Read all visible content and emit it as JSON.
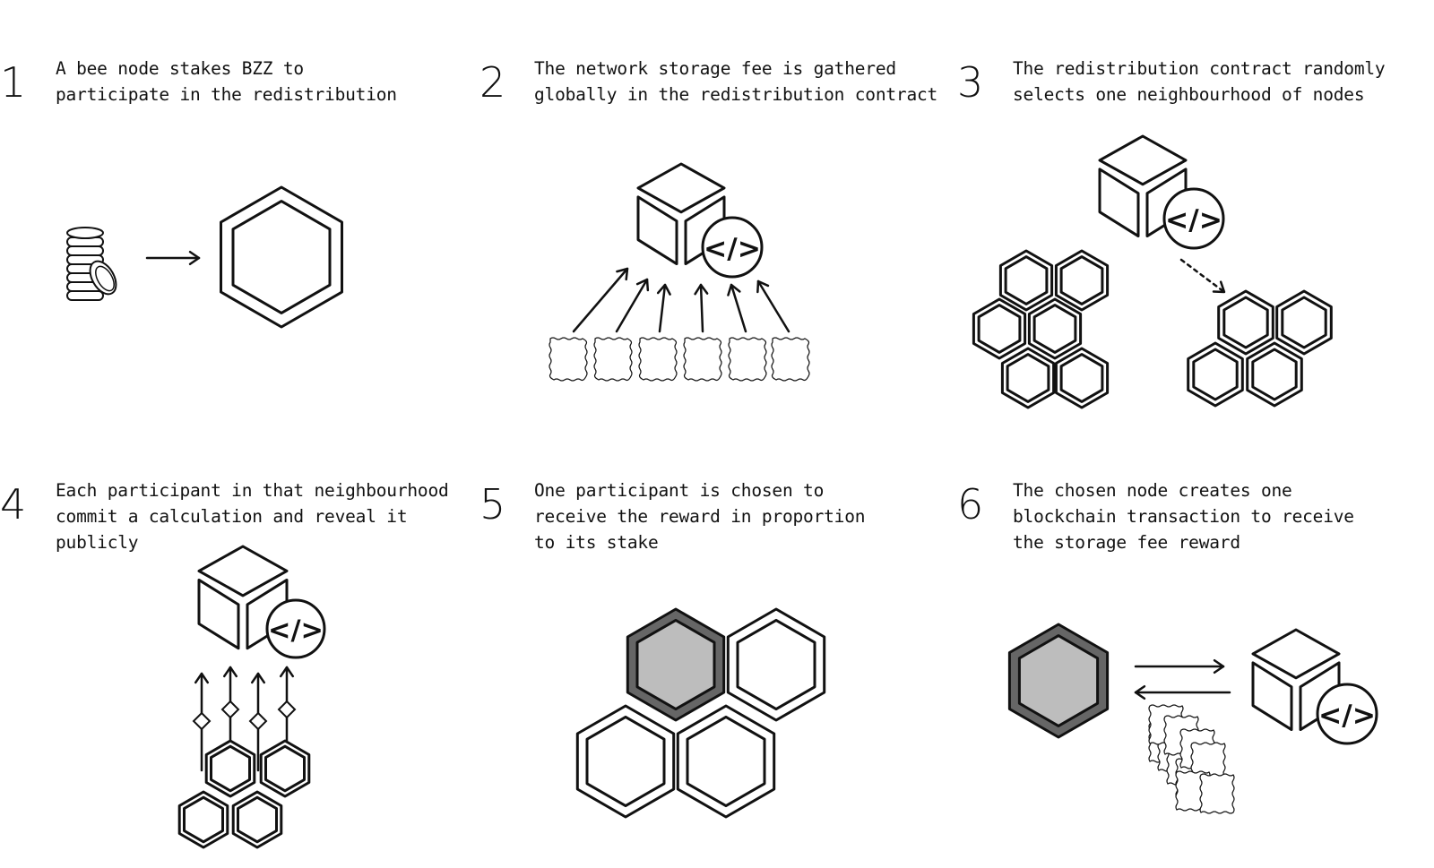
{
  "steps": [
    {
      "number": "1",
      "lines": [
        "A bee node stakes BZZ to",
        "participate in the redistribution"
      ]
    },
    {
      "number": "2",
      "lines": [
        "The network storage fee is gathered",
        "globally in the redistribution contract"
      ]
    },
    {
      "number": "3",
      "lines": [
        "The redistribution contract randomly",
        "selects one neighbourhood of nodes"
      ]
    },
    {
      "number": "4",
      "lines": [
        "Each participant in that neighbourhood",
        "commit a calculation and reveal it",
        "publicly"
      ]
    },
    {
      "number": "5",
      "lines": [
        "One participant is chosen to",
        "receive the reward in proportion",
        "to its stake"
      ]
    },
    {
      "number": "6",
      "lines": [
        "The chosen node creates one",
        "blockchain transaction to receive",
        "the storage fee reward"
      ]
    }
  ],
  "badge_label": "</>",
  "icons": {
    "coins": "coin-stack-icon",
    "node": "hexagon-node-icon",
    "contract": "cube-contract-icon",
    "code": "code-icon",
    "stamp": "postage-stamp-icon"
  },
  "colors": {
    "ink": "#111111",
    "chosen_fill": "#bdbdbd",
    "chosen_border": "#666666"
  }
}
